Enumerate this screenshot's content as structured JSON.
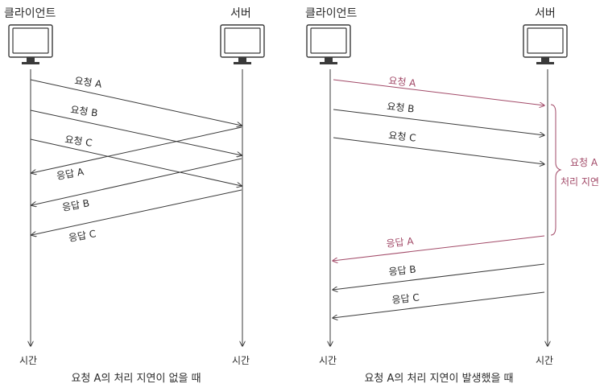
{
  "left_panel": {
    "client_label": "클라이언트",
    "server_label": "서버",
    "time_client": "시간",
    "time_server": "시간",
    "messages": {
      "req_a": "요청 A",
      "req_b": "요청 B",
      "req_c": "요청 C",
      "res_a": "응답 A",
      "res_b": "응답 B",
      "res_c": "응답 C"
    },
    "caption": "요청 A의 처리 지연이 없을 때"
  },
  "right_panel": {
    "client_label": "클라이언트",
    "server_label": "서버",
    "time_client": "시간",
    "time_server": "시간",
    "messages": {
      "req_a": "요청 A",
      "req_b": "요청 B",
      "req_c": "요청 C",
      "res_a": "응답 A",
      "res_b": "응답 B",
      "res_c": "응답 C"
    },
    "delay_label_1": "요청 A",
    "delay_label_2": "처리 지연",
    "caption": "요청 A의 처리 지연이 발생했을 때"
  },
  "colors": {
    "line": "#3a3a3a",
    "highlight": "#a24a68"
  },
  "icons": [
    "monitor-icon"
  ]
}
